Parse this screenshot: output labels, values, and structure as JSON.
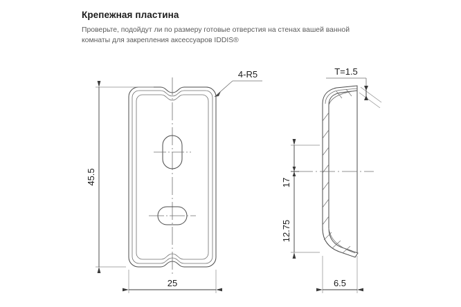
{
  "header": {
    "title": "Крепежная пластина",
    "description_line1": "Проверьте, подойдут ли по размеру готовые отверстия на стенах вашей ванной комнаты",
    "description_line2": "для закрепления аксессуаров IDDIS®"
  },
  "drawing": {
    "front_view": {
      "dimensions": {
        "height_label": "45.5",
        "width_label": "25",
        "radius_callout": "4-R5"
      }
    },
    "section_view": {
      "dimensions": {
        "thickness_label": "T=1.5",
        "upper_label": "17",
        "lower_label": "12.75",
        "depth_label": "6.5"
      }
    }
  },
  "colors": {
    "outline": "#4a4a4a",
    "dimension_line": "#3a3a3a",
    "centerline": "#6e6e6e",
    "hatch": "#6e6e6e",
    "text": "#1c1c1c",
    "description_text": "#5a5a5a",
    "background": "#ffffff"
  }
}
